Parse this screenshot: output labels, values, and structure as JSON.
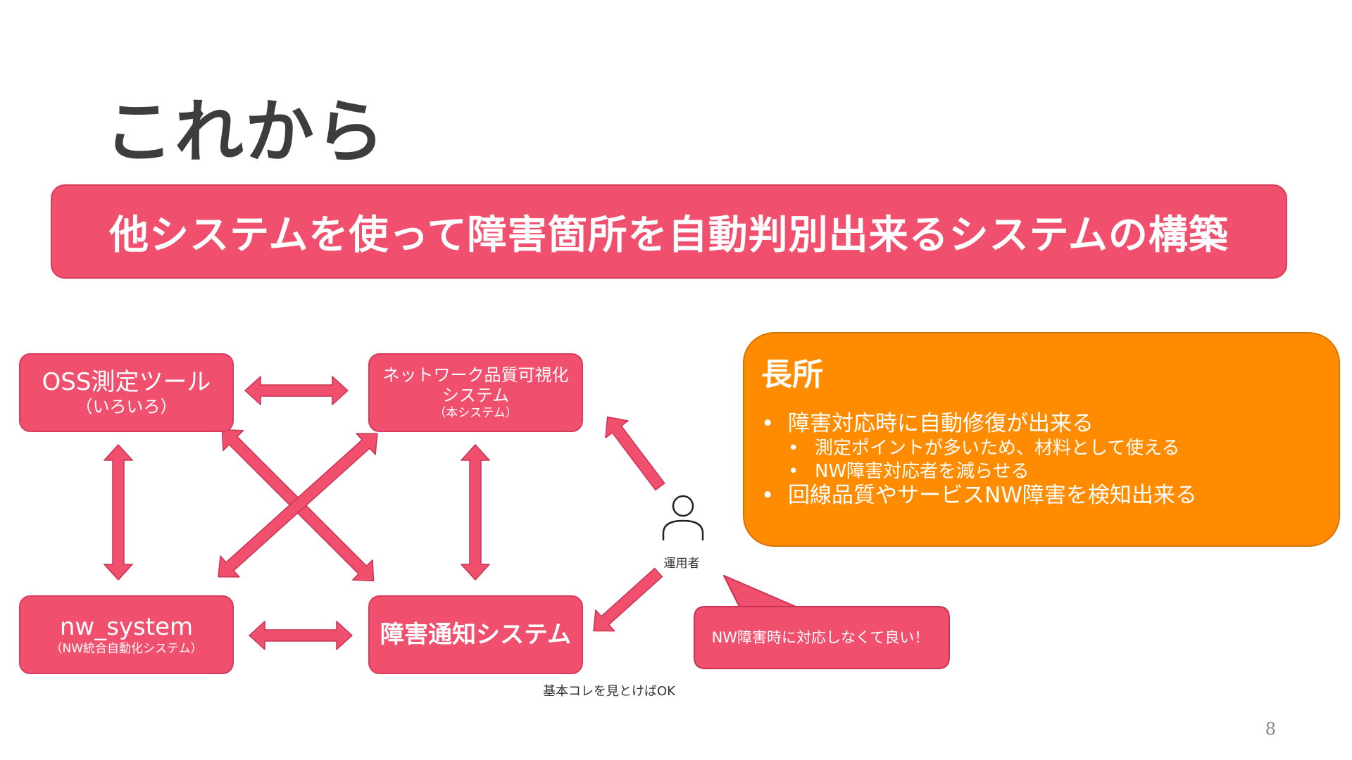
{
  "slide": {
    "title": "これから",
    "banner": "他システムを使って障害箇所を自動判別出来るシステムの構築",
    "page_number": "8"
  },
  "colors": {
    "node_fill": "#f0506e",
    "merit_fill": "#ff8c00",
    "title_text": "#3d3d3d"
  },
  "diagram": {
    "nodes": {
      "oss": {
        "label": "OSS測定ツール",
        "sub": "（いろいろ）"
      },
      "viz": {
        "label_line1": "ネットワーク品質可視化",
        "label_line2": "システム",
        "sub": "（本システム）"
      },
      "nw": {
        "label": "nw_system",
        "sub": "（NW統合自動化システム）"
      },
      "alert": {
        "label": "障害通知システム"
      }
    },
    "operator": {
      "icon": "person-icon",
      "label": "運用者"
    },
    "caption": "基本コレを見とけばOK",
    "callout": "NW障害時に対応しなくて良い！"
  },
  "merit": {
    "title": "長所",
    "items": [
      {
        "text": "障害対応時に自動修復が出来る",
        "sub": [
          "測定ポイントが多いため、材料として使える",
          "NW障害対応者を減らせる"
        ]
      },
      {
        "text": "回線品質やサービスNW障害を検知出来る",
        "sub": []
      }
    ]
  }
}
